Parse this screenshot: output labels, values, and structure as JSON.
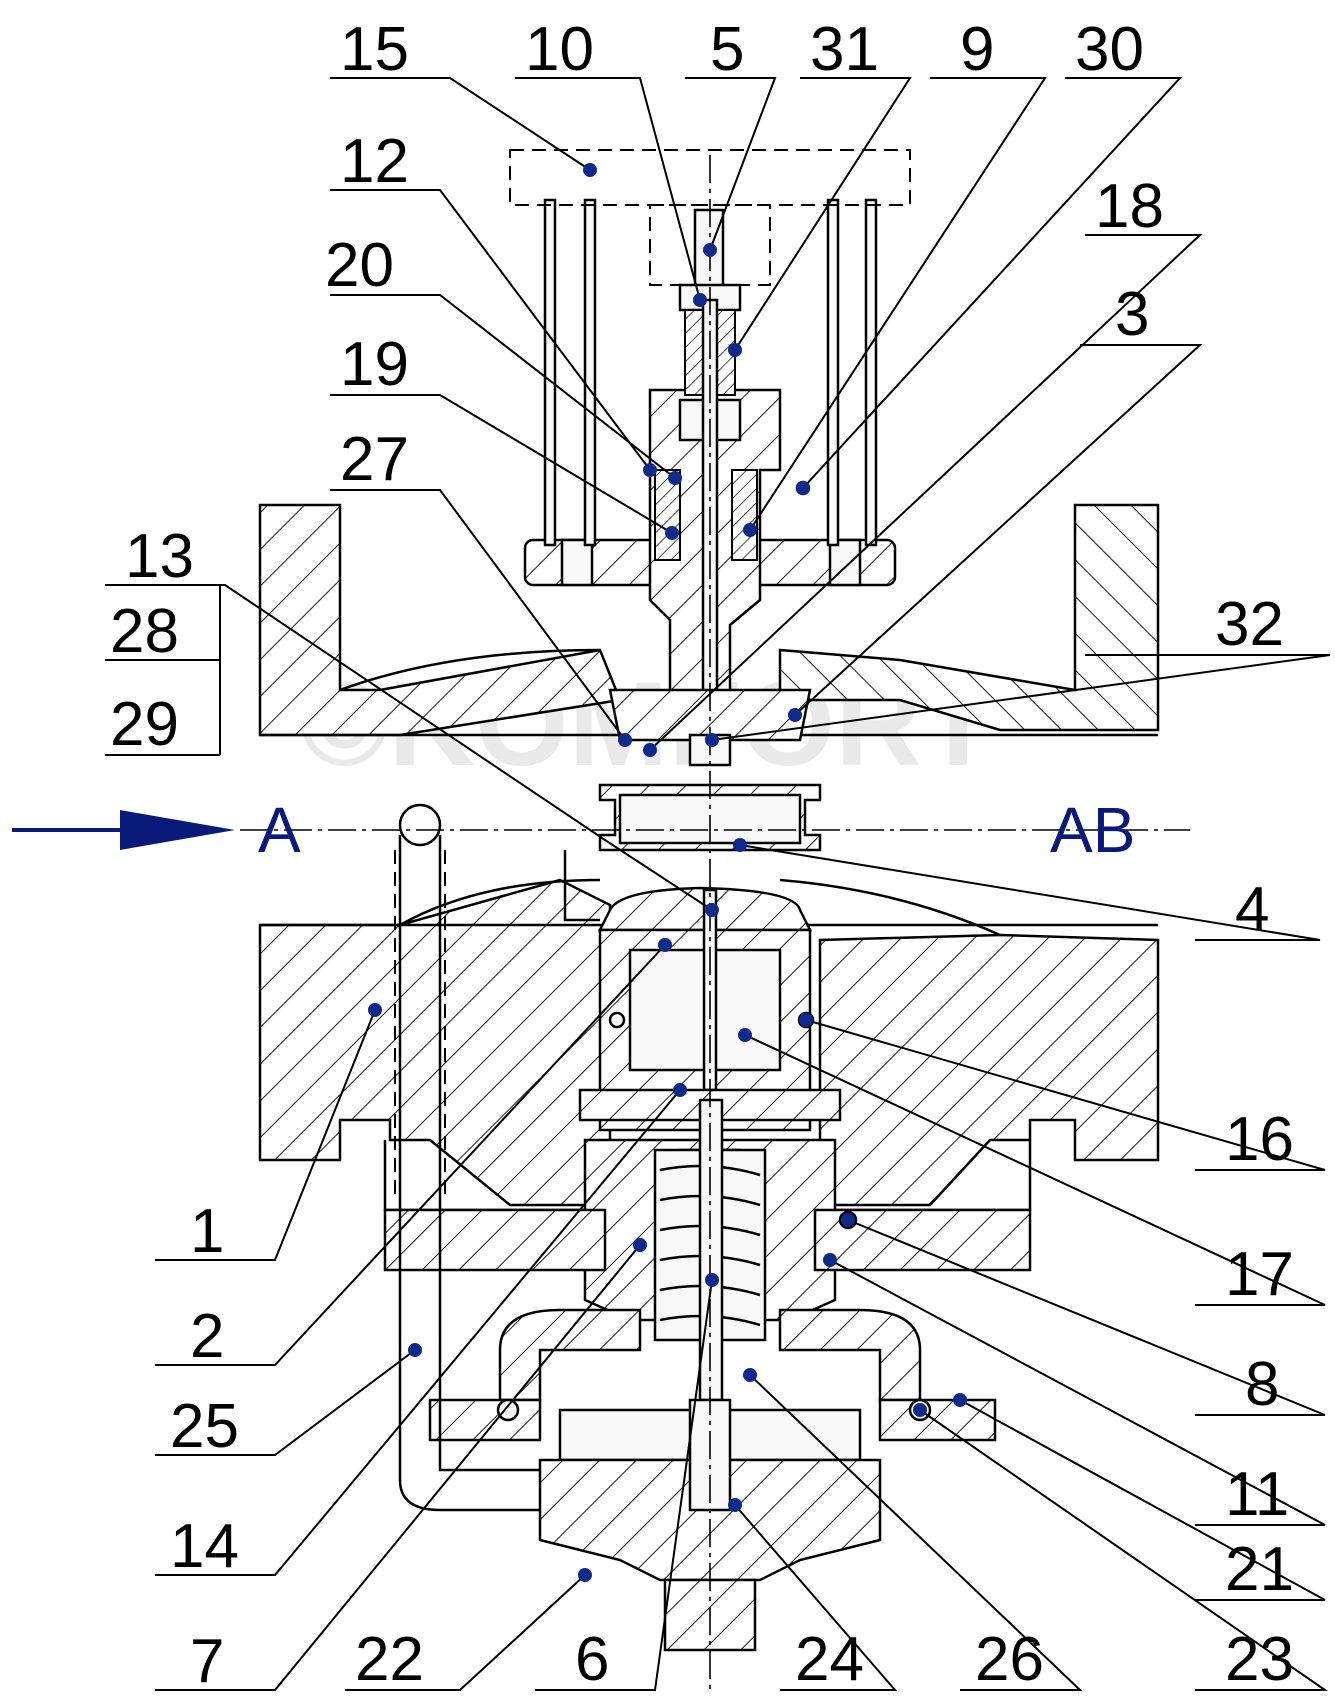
{
  "diagram": {
    "flow_labels": {
      "inlet": "A",
      "outlet": "AB"
    },
    "watermark": "©KOMFORT",
    "accent_color": "#0a1a7a",
    "callouts_left": [
      "15",
      "12",
      "20",
      "19",
      "27",
      "13",
      "28",
      "29",
      "1",
      "2",
      "25",
      "14",
      "7"
    ],
    "callouts_top": [
      "10",
      "5",
      "31",
      "9",
      "30"
    ],
    "callouts_right": [
      "18",
      "3",
      "32",
      "4",
      "16",
      "17",
      "8",
      "11",
      "21",
      "23"
    ],
    "callouts_bottom": [
      "22",
      "6",
      "24",
      "26"
    ]
  }
}
